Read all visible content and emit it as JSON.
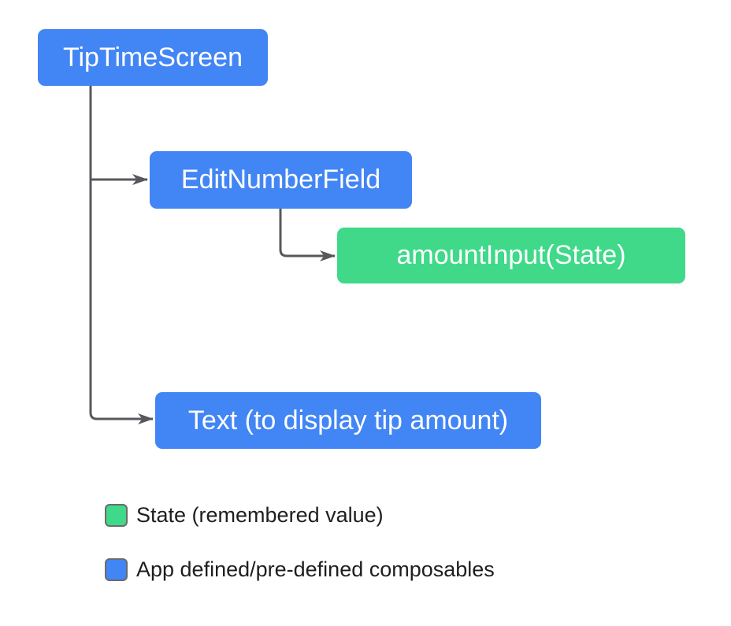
{
  "colors": {
    "composable": "#4285F4",
    "state": "#3FD989",
    "connector": "#56585C",
    "legend_swatch_border": "#6B6B6B",
    "legend_text": "#1E1E1E",
    "node_text": "#FFFFFF",
    "background": "#FFFFFF"
  },
  "nodes": [
    {
      "label": "TipTimeScreen",
      "kind": "composable"
    },
    {
      "label": "EditNumberField",
      "kind": "composable"
    },
    {
      "label": "amountInput(State)",
      "kind": "state"
    },
    {
      "label": "Text (to display tip amount)",
      "kind": "composable"
    }
  ],
  "edges": [
    {
      "from": "TipTimeScreen",
      "to": "EditNumberField"
    },
    {
      "from": "EditNumberField",
      "to": "amountInput(State)"
    },
    {
      "from": "TipTimeScreen",
      "to": "Text (to display tip amount)"
    }
  ],
  "legend": {
    "items": [
      {
        "swatch": "state",
        "label": "State (remembered value)"
      },
      {
        "swatch": "composable",
        "label": "App defined/pre-defined composables"
      }
    ]
  }
}
